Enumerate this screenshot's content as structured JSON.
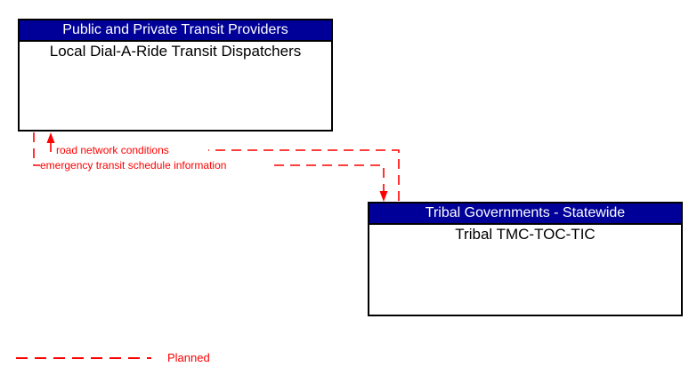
{
  "diagram": {
    "entities": [
      {
        "header": "Public and Private Transit Providers",
        "body": "Local Dial-A-Ride Transit Dispatchers"
      },
      {
        "header": "Tribal Governments - Statewide",
        "body": "Tribal TMC-TOC-TIC"
      }
    ],
    "flows": [
      {
        "label": "road network conditions",
        "from": "Tribal TMC-TOC-TIC",
        "to": "Local Dial-A-Ride Transit Dispatchers",
        "status": "Planned",
        "line_style": "dashed"
      },
      {
        "label": "emergency transit schedule information",
        "from": "Local Dial-A-Ride Transit Dispatchers",
        "to": "Tribal TMC-TOC-TIC",
        "status": "Planned",
        "line_style": "dashed"
      }
    ],
    "legend": {
      "items": [
        {
          "label": "Planned",
          "line_style": "dashed",
          "color": "#ff0000"
        }
      ]
    },
    "colors": {
      "header_bg": "#000099",
      "header_text": "#ffffff",
      "entity_border": "#000000",
      "flow": "#ff0000",
      "background": "#ffffff"
    }
  }
}
